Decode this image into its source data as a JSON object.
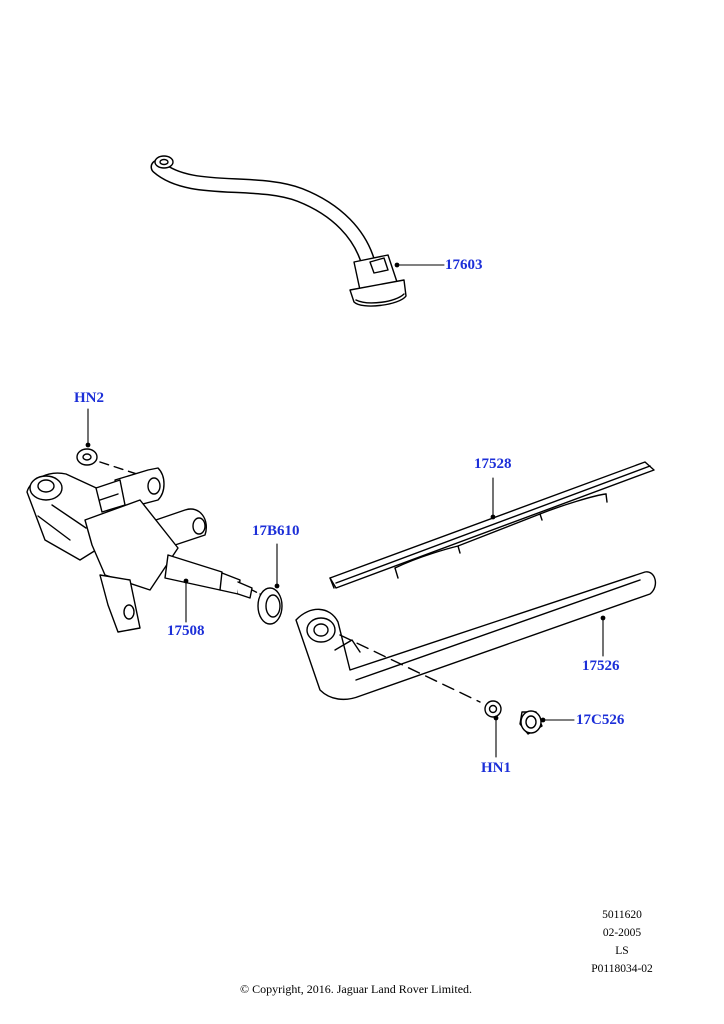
{
  "callouts": {
    "hose": "17603",
    "hn2": "HN2",
    "blade": "17528",
    "seal": "17B610",
    "motor": "17508",
    "arm": "17526",
    "cap": "17C526",
    "hn1": "HN1"
  },
  "meta": {
    "line1": "5011620",
    "line2": "02-2005",
    "line3": "LS",
    "line4": "P0118034-02"
  },
  "copyright": "© Copyright, 2016. Jaguar Land Rover Limited.",
  "colors": {
    "callout": "#1c2fd8",
    "line": "#000000"
  }
}
